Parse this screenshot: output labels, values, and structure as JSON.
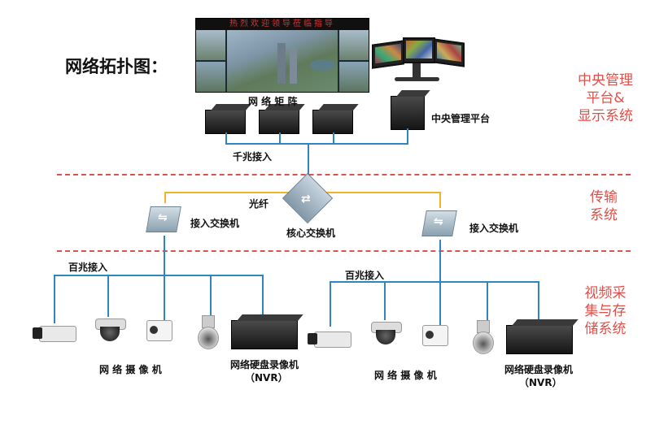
{
  "title": "网络拓扑图：",
  "video_wall": {
    "banner": "热烈欢迎领导莅临指导"
  },
  "labels": {
    "matrix": "网 络 矩 阵",
    "platform": "中央管理平台",
    "gigabit": "千兆接入",
    "fiber": "光纤",
    "core_switch": "核心交换机",
    "access_switch_left": "接入交换机",
    "access_switch_right": "接入交换机",
    "fast_left": "百兆接入",
    "fast_right": "百兆接入",
    "cameras_left": "网 络 摄 像 机",
    "cameras_right": "网 络 摄 像 机",
    "nvr_left_1": "网络硬盘录像机",
    "nvr_left_2": "（NVR）",
    "nvr_right_1": "网络硬盘录像机",
    "nvr_right_2": "（NVR）"
  },
  "layers": {
    "top_1": "中央管理",
    "top_2": "平台&",
    "top_3": "显示系统",
    "mid_1": "传输",
    "mid_2": "系统",
    "bot_1": "视频采",
    "bot_2": "集与存",
    "bot_3": "储系统"
  },
  "colors": {
    "lan": "#2e86c1",
    "fiber": "#f0b429",
    "divider": "#d9534f",
    "layer_text": "#e0504a"
  }
}
